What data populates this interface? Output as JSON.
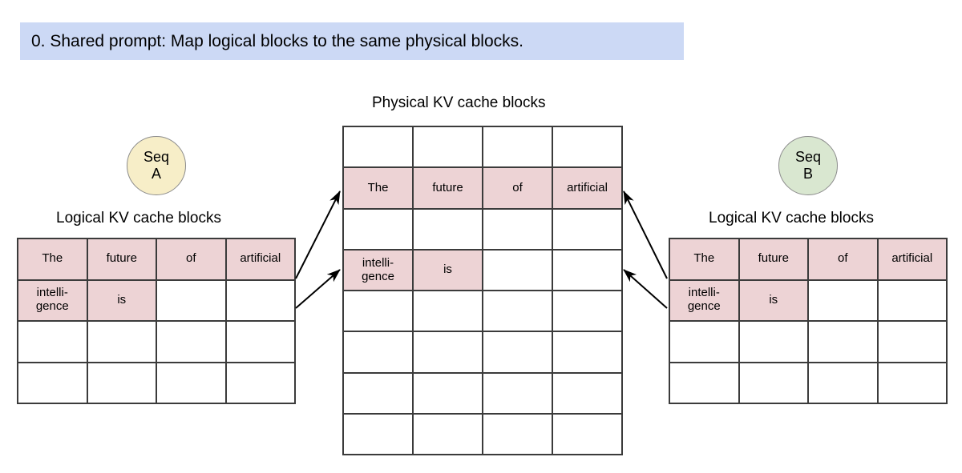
{
  "banner": {
    "text": "0. Shared prompt: Map logical blocks to the same physical blocks.",
    "background_color": "#ccd9f5"
  },
  "colors": {
    "filled_cell": "#edd3d5",
    "empty_cell": "#ffffff",
    "grid_line": "#3b3b3b",
    "seq_a_fill": "#f7eec8",
    "seq_b_fill": "#d9e7d0",
    "arrow": "#000000"
  },
  "sequence_a": {
    "badge_line1": "Seq",
    "badge_line2": "A",
    "caption": "Logical KV cache blocks",
    "grid": {
      "rows": 4,
      "cols": 4,
      "cells": [
        [
          {
            "text": "The",
            "filled": true
          },
          {
            "text": "future",
            "filled": true
          },
          {
            "text": "of",
            "filled": true
          },
          {
            "text": "artificial",
            "filled": true
          }
        ],
        [
          {
            "text": "intelli-\ngence",
            "filled": true
          },
          {
            "text": "is",
            "filled": true
          },
          {
            "text": "",
            "filled": false
          },
          {
            "text": "",
            "filled": false
          }
        ],
        [
          {
            "text": "",
            "filled": false
          },
          {
            "text": "",
            "filled": false
          },
          {
            "text": "",
            "filled": false
          },
          {
            "text": "",
            "filled": false
          }
        ],
        [
          {
            "text": "",
            "filled": false
          },
          {
            "text": "",
            "filled": false
          },
          {
            "text": "",
            "filled": false
          },
          {
            "text": "",
            "filled": false
          }
        ]
      ]
    }
  },
  "sequence_b": {
    "badge_line1": "Seq",
    "badge_line2": "B",
    "caption": "Logical KV cache blocks",
    "grid": {
      "rows": 4,
      "cols": 4,
      "cells": [
        [
          {
            "text": "The",
            "filled": true
          },
          {
            "text": "future",
            "filled": true
          },
          {
            "text": "of",
            "filled": true
          },
          {
            "text": "artificial",
            "filled": true
          }
        ],
        [
          {
            "text": "intelli-\ngence",
            "filled": true
          },
          {
            "text": "is",
            "filled": true
          },
          {
            "text": "",
            "filled": false
          },
          {
            "text": "",
            "filled": false
          }
        ],
        [
          {
            "text": "",
            "filled": false
          },
          {
            "text": "",
            "filled": false
          },
          {
            "text": "",
            "filled": false
          },
          {
            "text": "",
            "filled": false
          }
        ],
        [
          {
            "text": "",
            "filled": false
          },
          {
            "text": "",
            "filled": false
          },
          {
            "text": "",
            "filled": false
          },
          {
            "text": "",
            "filled": false
          }
        ]
      ]
    }
  },
  "physical": {
    "caption": "Physical KV cache blocks",
    "grid": {
      "rows": 8,
      "cols": 4,
      "cells": [
        [
          {
            "text": "",
            "filled": false
          },
          {
            "text": "",
            "filled": false
          },
          {
            "text": "",
            "filled": false
          },
          {
            "text": "",
            "filled": false
          }
        ],
        [
          {
            "text": "The",
            "filled": true
          },
          {
            "text": "future",
            "filled": true
          },
          {
            "text": "of",
            "filled": true
          },
          {
            "text": "artificial",
            "filled": true
          }
        ],
        [
          {
            "text": "",
            "filled": false
          },
          {
            "text": "",
            "filled": false
          },
          {
            "text": "",
            "filled": false
          },
          {
            "text": "",
            "filled": false
          }
        ],
        [
          {
            "text": "intelli-\ngence",
            "filled": true
          },
          {
            "text": "is",
            "filled": true
          },
          {
            "text": "",
            "filled": false
          },
          {
            "text": "",
            "filled": false
          }
        ],
        [
          {
            "text": "",
            "filled": false
          },
          {
            "text": "",
            "filled": false
          },
          {
            "text": "",
            "filled": false
          },
          {
            "text": "",
            "filled": false
          }
        ],
        [
          {
            "text": "",
            "filled": false
          },
          {
            "text": "",
            "filled": false
          },
          {
            "text": "",
            "filled": false
          },
          {
            "text": "",
            "filled": false
          }
        ],
        [
          {
            "text": "",
            "filled": false
          },
          {
            "text": "",
            "filled": false
          },
          {
            "text": "",
            "filled": false
          },
          {
            "text": "",
            "filled": false
          }
        ],
        [
          {
            "text": "",
            "filled": false
          },
          {
            "text": "",
            "filled": false
          },
          {
            "text": "",
            "filled": false
          },
          {
            "text": "",
            "filled": false
          }
        ]
      ]
    }
  },
  "mappings": [
    {
      "from": "seq-a-logical-row-1",
      "to": "physical-row-2"
    },
    {
      "from": "seq-a-logical-row-2",
      "to": "physical-row-4"
    },
    {
      "from": "seq-b-logical-row-1",
      "to": "physical-row-2"
    },
    {
      "from": "seq-b-logical-row-2",
      "to": "physical-row-4"
    }
  ]
}
